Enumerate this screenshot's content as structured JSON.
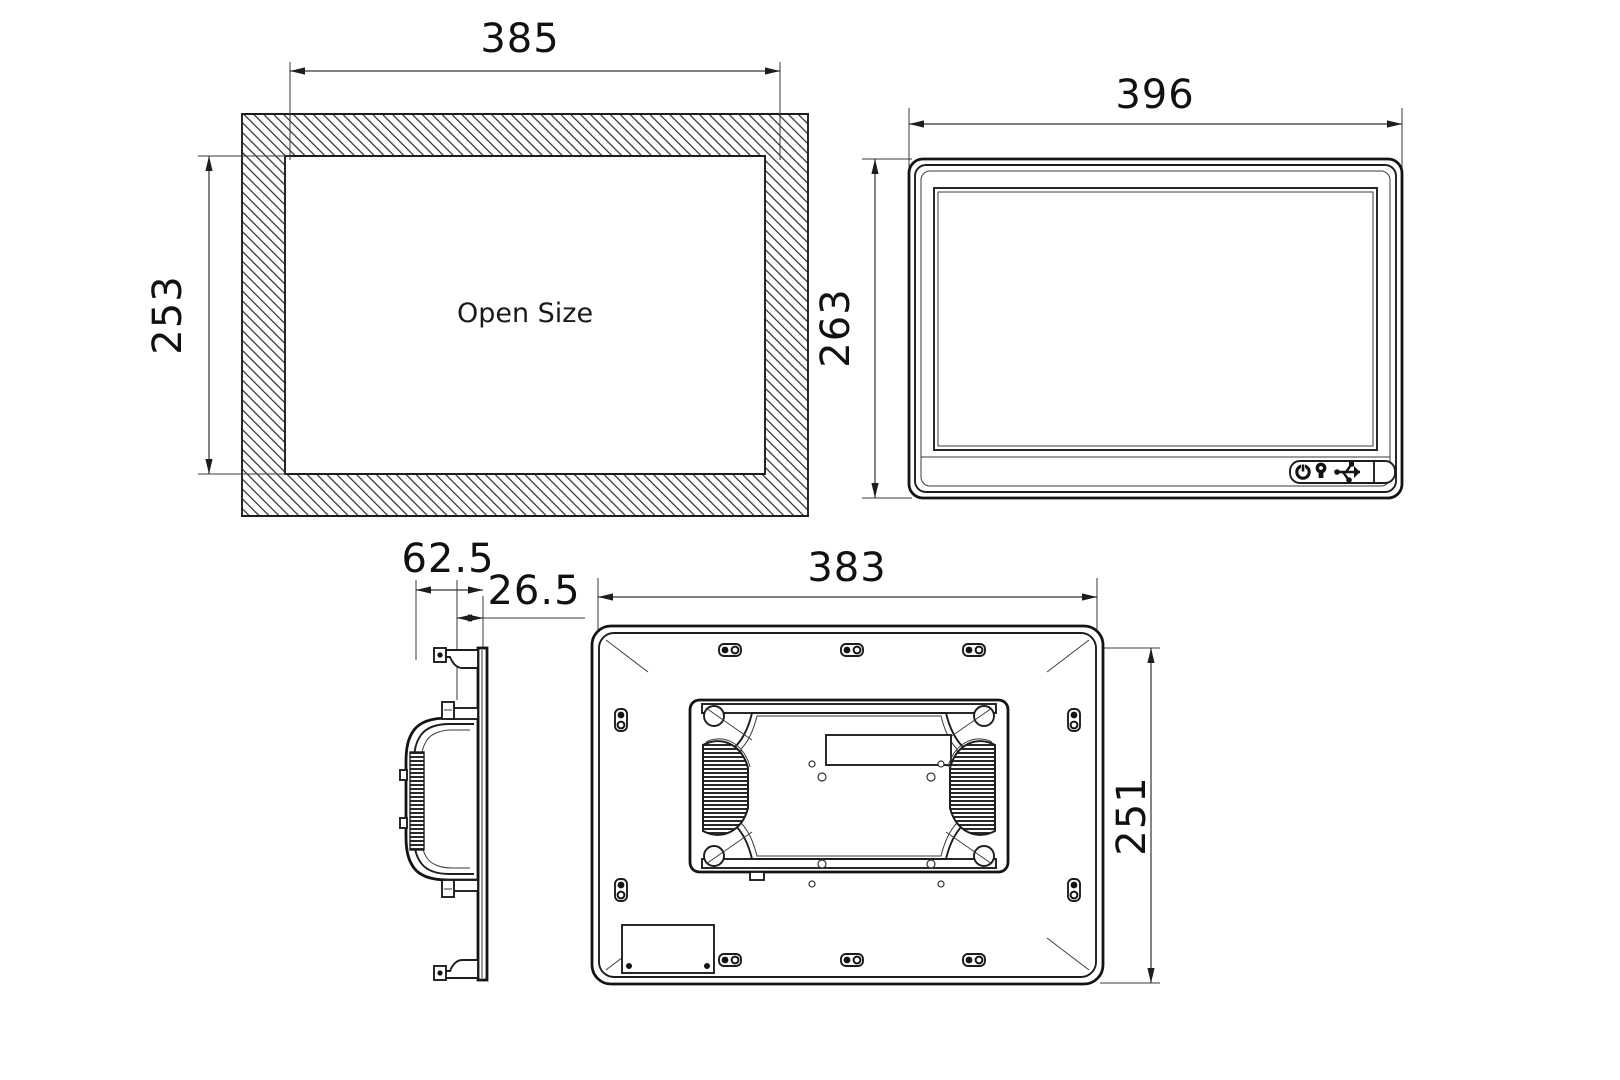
{
  "drawing": {
    "title": "Panel PC mechanical dimension drawing",
    "units": "mm",
    "background_color": "#ffffff",
    "line_color": "#1d1d1d"
  },
  "views": {
    "cutout": {
      "name": "panel-cutout-view",
      "inner_label": "Open Size",
      "dim_width": "385",
      "dim_height": "253"
    },
    "front": {
      "name": "front-view",
      "dim_width": "396",
      "dim_height": "263",
      "io_icons": [
        "power-icon",
        "led-indicator-icon",
        "usb-icon"
      ]
    },
    "side": {
      "name": "side-view",
      "dim_depth_total": "62.5",
      "dim_depth_front": "26.5"
    },
    "rear": {
      "name": "rear-view",
      "dim_width": "383",
      "dim_height": "251"
    }
  }
}
